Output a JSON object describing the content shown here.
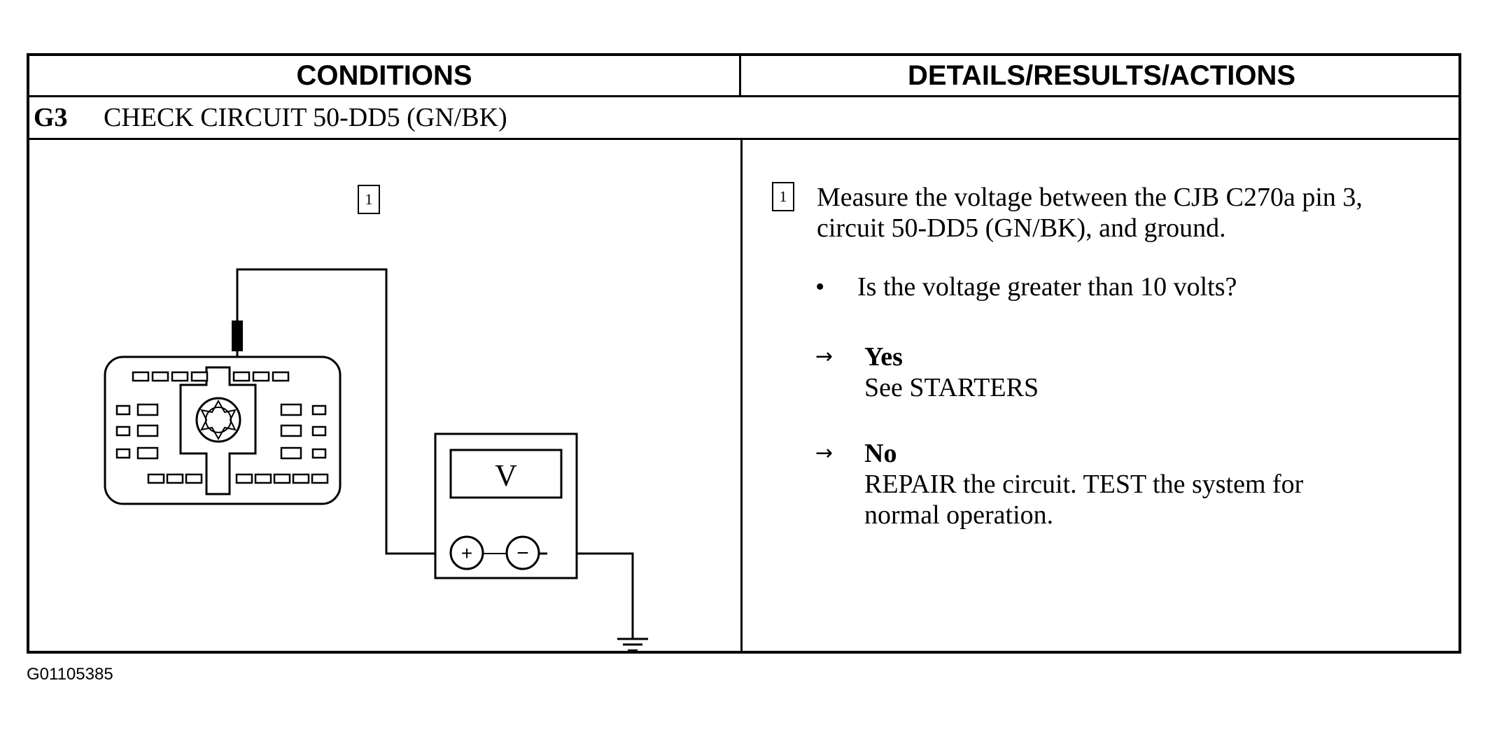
{
  "header": {
    "conditions": "CONDITIONS",
    "details": "DETAILS/RESULTS/ACTIONS"
  },
  "step": {
    "id": "G3",
    "title": "CHECK CIRCUIT 50-DD5 (GN/BK)"
  },
  "diagram": {
    "step_marker": "1",
    "meter_display": "V",
    "plus_symbol": "+",
    "minus_symbol": "−"
  },
  "details": {
    "step_marker": "1",
    "instruction_line1": "Measure the voltage between the CJB C270a pin 3,",
    "instruction_line2": "circuit 50-DD5 (GN/BK), and ground.",
    "question": "Is the voltage greater than 10 volts?",
    "bullet_symbol": "•",
    "arrow_symbol": "→",
    "yes_label": "Yes",
    "yes_action": "See STARTERS",
    "no_label": "No",
    "no_action_line1": "REPAIR the circuit. TEST the system for",
    "no_action_line2": "normal operation."
  },
  "footer": {
    "figure_id": "G01105385"
  }
}
